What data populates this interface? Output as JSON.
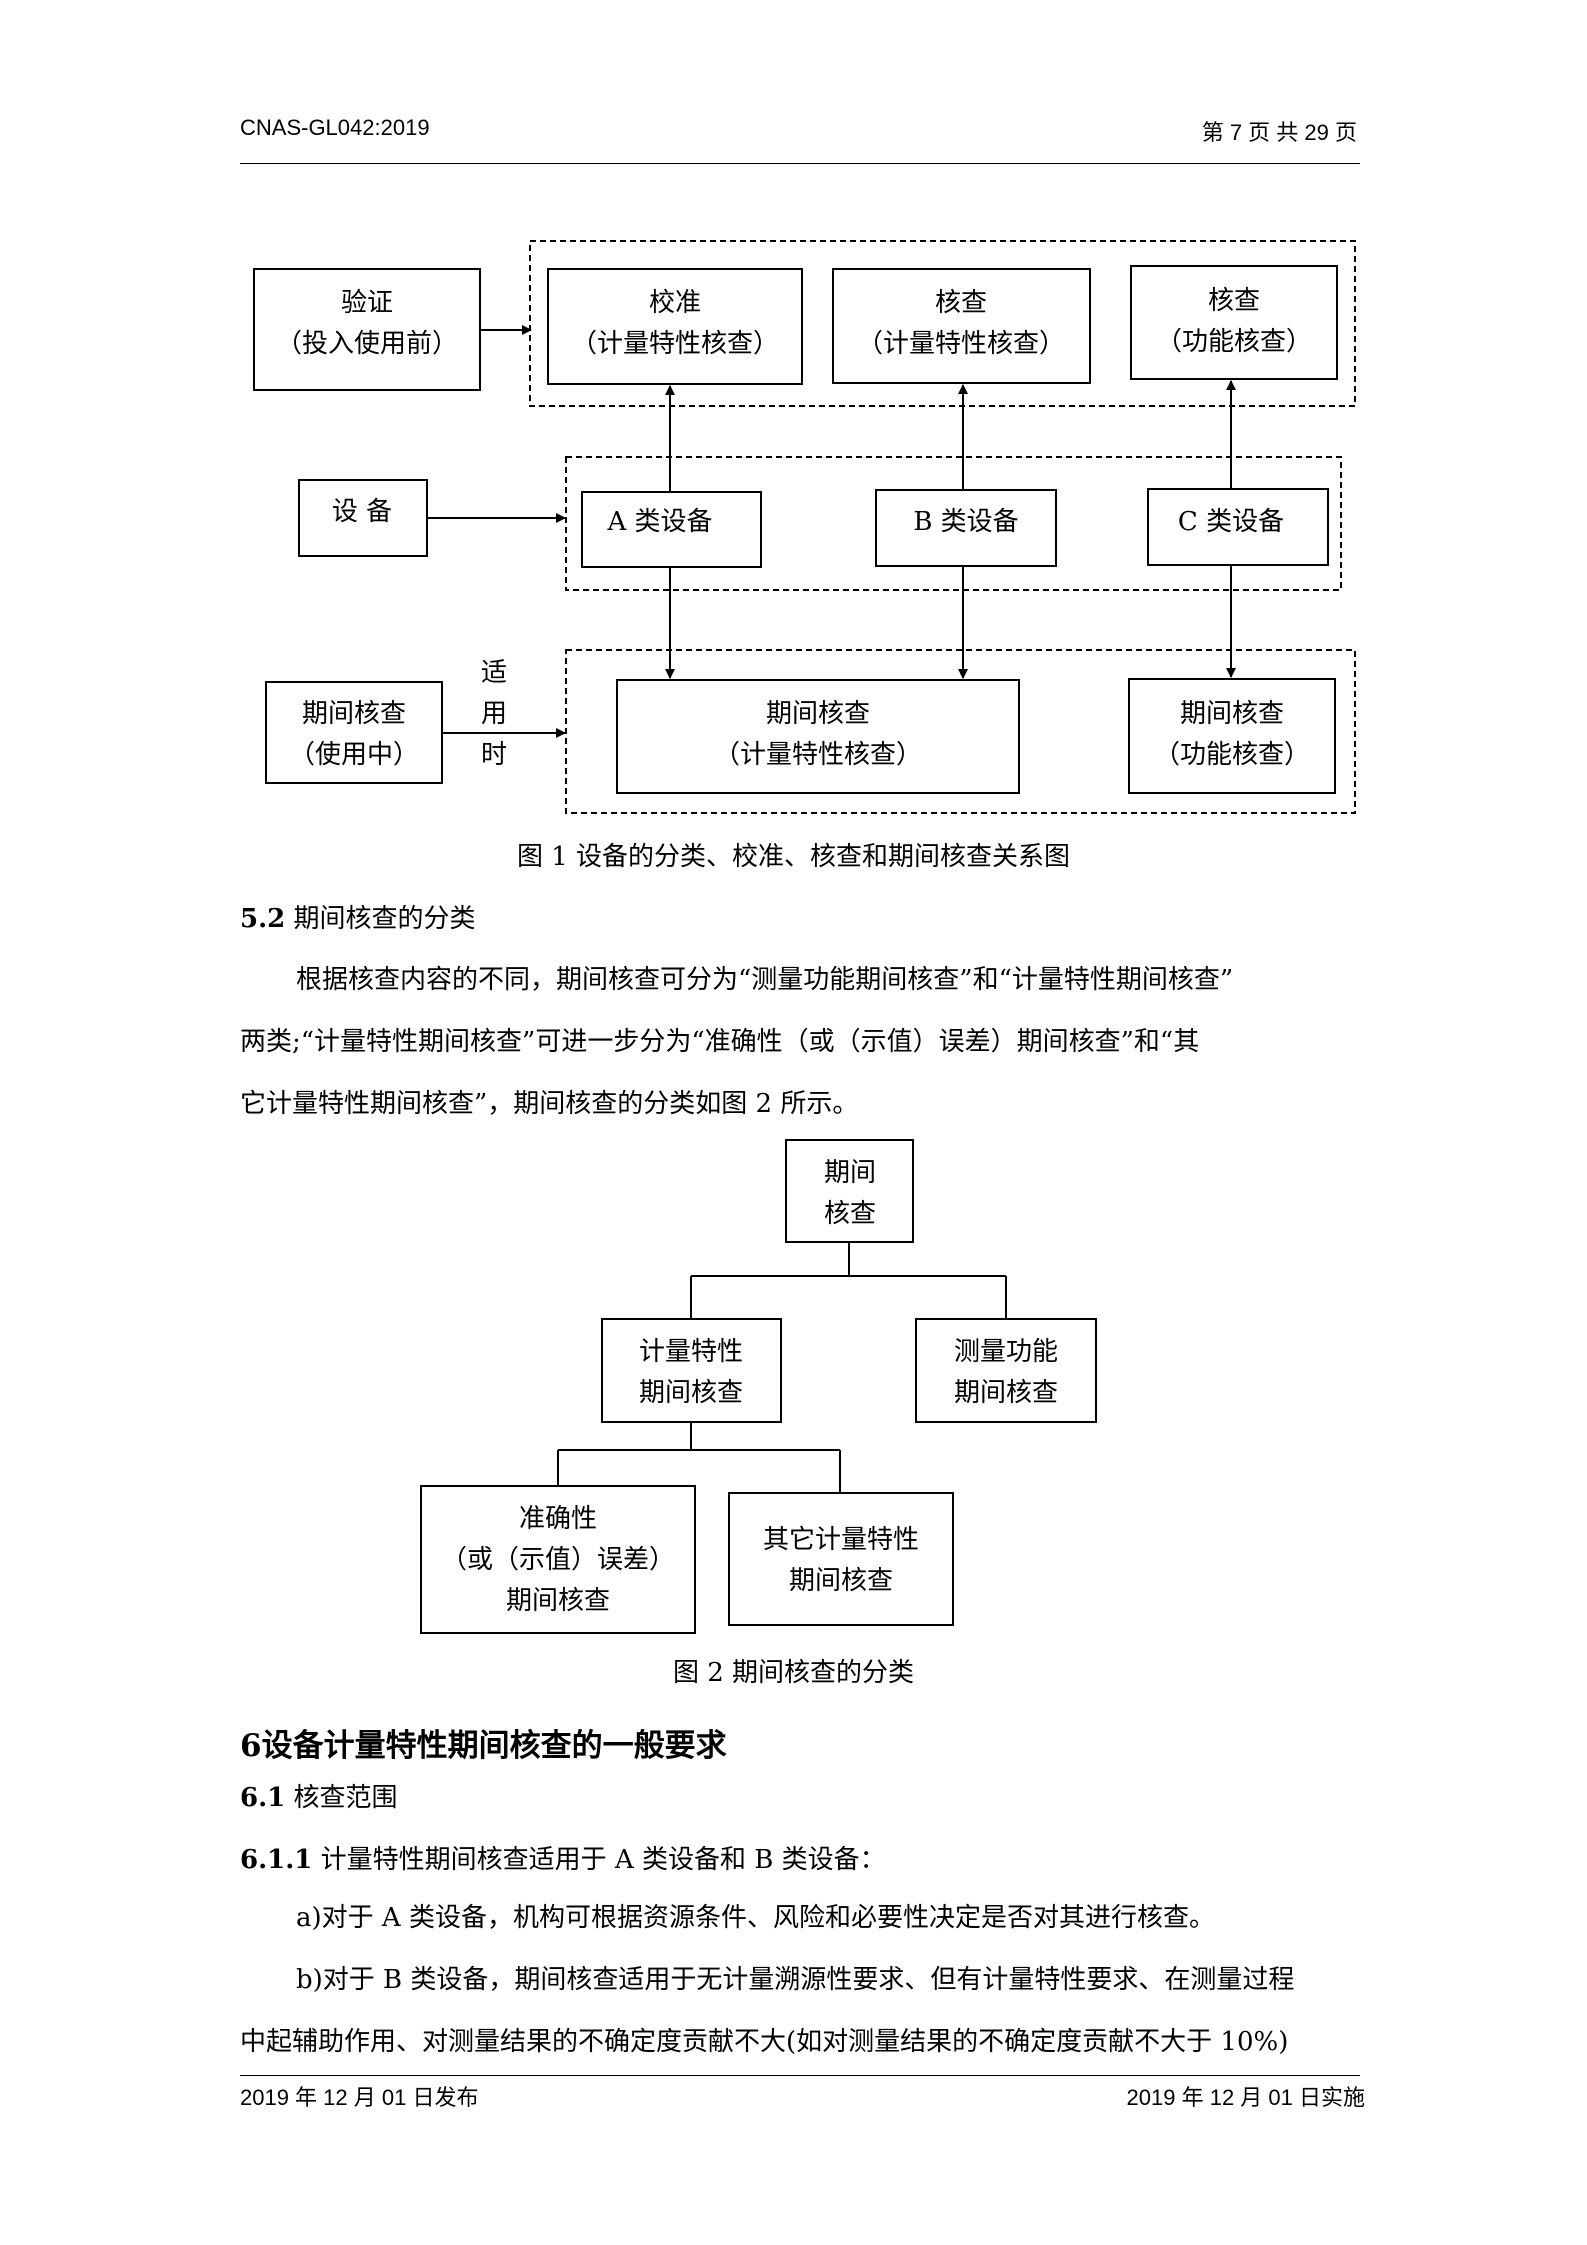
{
  "header": {
    "doc_id": "CNAS-GL042:2019",
    "page_info": "第 7 页  共 29  页"
  },
  "figure1": {
    "verify_line1": "验证",
    "verify_line2": "（投入使用前）",
    "calib_line1": "校准",
    "calib_line2": "（计量特性核查）",
    "checkB_line1": "核查",
    "checkB_line2": "（计量特性核查）",
    "checkC_line1": "核查",
    "checkC_line2": "（功能核查）",
    "equipment": "设  备",
    "classA": "A 类设备",
    "classB": "B 类设备",
    "classC": "C 类设备",
    "periodic_line1": "期间核查",
    "periodic_line2": "（使用中）",
    "applicable_1": "适",
    "applicable_2": "用",
    "applicable_3": "时",
    "pc_metro_line1": "期间核查",
    "pc_metro_line2": "（计量特性核查）",
    "pc_func_line1": "期间核查",
    "pc_func_line2": "（功能核查）",
    "caption": "图 1  设备的分类、校准、核查和期间核查关系图"
  },
  "section52": {
    "number": "5.2",
    "title": "期间核查的分类",
    "para_line1": "根据核查内容的不同，期间核查可分为“测量功能期间核查”和“计量特性期间核查”",
    "para_line2": "两类;“计量特性期间核查”可进一步分为“准确性（或（示值）误差）期间核查”和“其",
    "para_line3": "它计量特性期间核查”，期间核查的分类如图 2 所示。"
  },
  "figure2": {
    "root_line1": "期间",
    "root_line2": "核查",
    "metro_line1": "计量特性",
    "metro_line2": "期间核查",
    "func_line1": "测量功能",
    "func_line2": "期间核查",
    "acc_line1": "准确性",
    "acc_line2": "（或（示值）误差）",
    "acc_line3": "期间核查",
    "other_line1": "其它计量特性",
    "other_line2": "期间核查",
    "caption": "图 2  期间核查的分类"
  },
  "section6": {
    "heading": "6设备计量特性期间核查的一般要求",
    "s61_number": "6.1",
    "s61_title": "核查范围",
    "s611_number": "6.1.1",
    "s611_text": "计量特性期间核查适用于 A 类设备和 B 类设备：",
    "item_a": "a)对于 A 类设备，机构可根据资源条件、风险和必要性决定是否对其进行核查。",
    "item_b_line1": "b)对于 B 类设备，期间核查适用于无计量溯源性要求、但有计量特性要求、在测量过程",
    "item_b_line2": "中起辅助作用、对测量结果的不确定度贡献不大(如对测量结果的不确定度贡献不大于 10%)"
  },
  "footer": {
    "issued": "2019 年 12 月 01 日发布",
    "implemented": "2019 年 12 月 01 日实施"
  }
}
